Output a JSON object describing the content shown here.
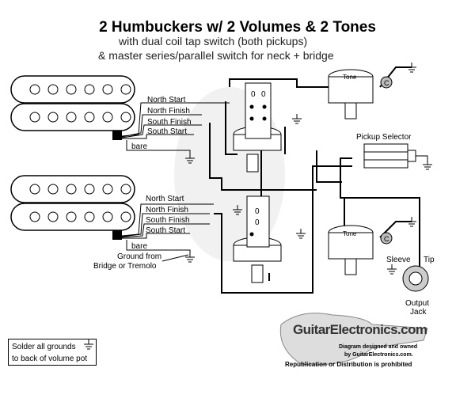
{
  "title": "2 Humbuckers w/ 2 Volumes & 2 Tones",
  "subtitle_1": "with dual coil tap switch (both pickups)",
  "subtitle_2": "& master series/parallel switch for neck + bridge",
  "pickup_wires": [
    "North Start",
    "North Finish",
    "South Finish",
    "South Start",
    "bare"
  ],
  "tone_label": "Tone",
  "capacitor_label": "C",
  "pickup_selector_label": "Pickup Selector",
  "switch_labels": [
    "0",
    "0"
  ],
  "ground_note": "Ground from\nBridge or Tremolo",
  "ground_note_1": "Ground from",
  "ground_note_2": "Bridge or Tremolo",
  "jack": {
    "sleeve": "Sleeve",
    "tip": "Tip",
    "label_1": "Output",
    "label_2": "Jack"
  },
  "solder_note_1": "Solder all grounds",
  "solder_note_2": "to back of volume pot",
  "logo": {
    "brand": "GuitarElectronics.com",
    "line_1": "Diagram designed and owned",
    "line_2": "by GuitarElectronics.com.",
    "line_3": "Republication or Distribution is prohibited"
  }
}
